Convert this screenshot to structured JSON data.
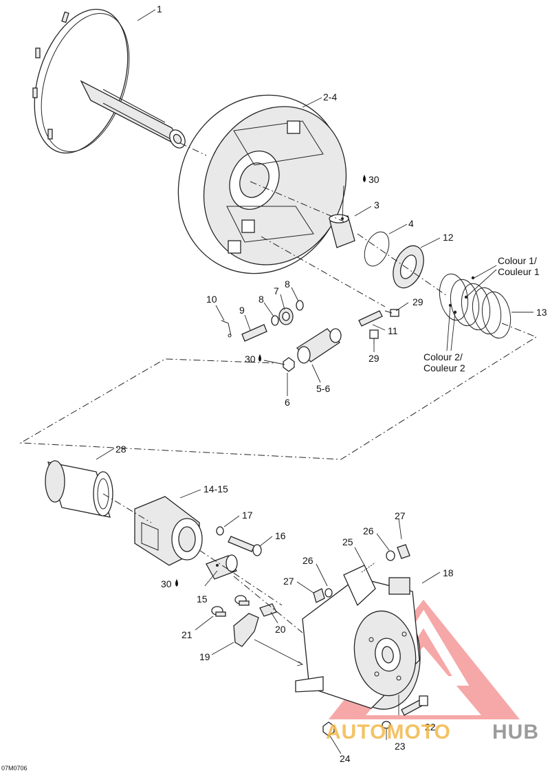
{
  "diagram": {
    "code": "07M0706",
    "callouts": {
      "c1": "1",
      "c2_4": "2-4",
      "c30_top": "30",
      "c3": "3",
      "c4": "4",
      "c12": "12",
      "colour1": "Colour 1/",
      "couleur1": "Couleur 1",
      "c13": "13",
      "c10": "10",
      "c8a": "8",
      "c8b": "8",
      "c7": "7",
      "c9": "9",
      "c29a": "29",
      "c11": "11",
      "c29b": "29",
      "colour2": "Colour 2/",
      "couleur2": "Couleur 2",
      "c30_mid": "30",
      "c6": "6",
      "c5_6": "5-6",
      "c28": "28",
      "c14_15": "14-15",
      "c17": "17",
      "c16": "16",
      "c27a": "27",
      "c26a": "26",
      "c25": "25",
      "c26b": "26",
      "c27b": "27",
      "c18": "18",
      "c30_low": "30",
      "c15": "15",
      "c21": "21",
      "c20": "20",
      "c19": "19",
      "c22": "22",
      "c23": "23",
      "c24": "24"
    },
    "watermark": {
      "part1": "AUTOMOTO",
      "part2": "HUB",
      "accent": "#f3b84a",
      "triangle": "#ee4444",
      "grey": "#8a8a8a"
    }
  }
}
